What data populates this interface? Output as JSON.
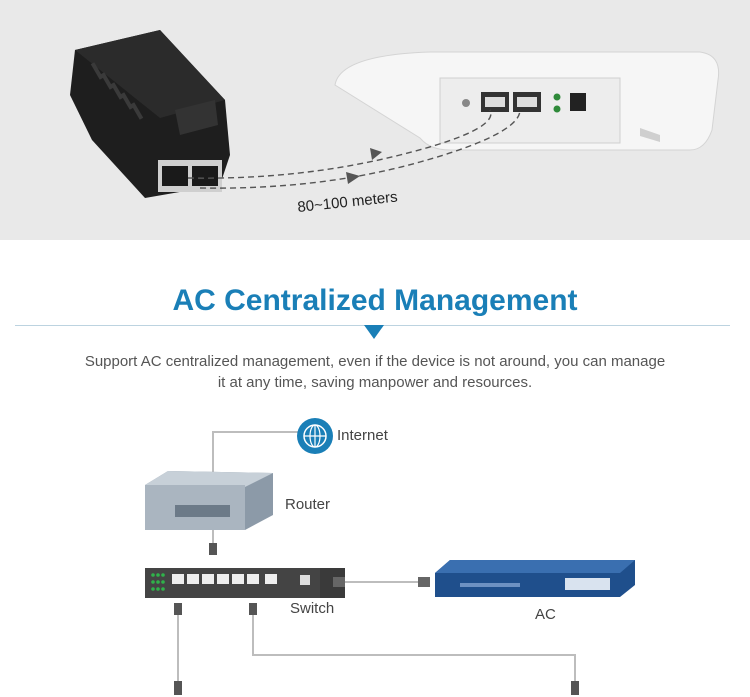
{
  "hero": {
    "distance_label": "80~100 meters"
  },
  "section": {
    "title": "AC Centralized Management",
    "description_line1": "Support AC centralized management, even if the device is not around, you can manage",
    "description_line2": "it at any time, saving manpower and resources."
  },
  "diagram": {
    "internet_label": "Internet",
    "router_label": "Router",
    "switch_label": "Switch",
    "ac_label": "AC"
  },
  "colors": {
    "accent": "#1a7fb7",
    "ac_device": "#1f4f8c"
  }
}
